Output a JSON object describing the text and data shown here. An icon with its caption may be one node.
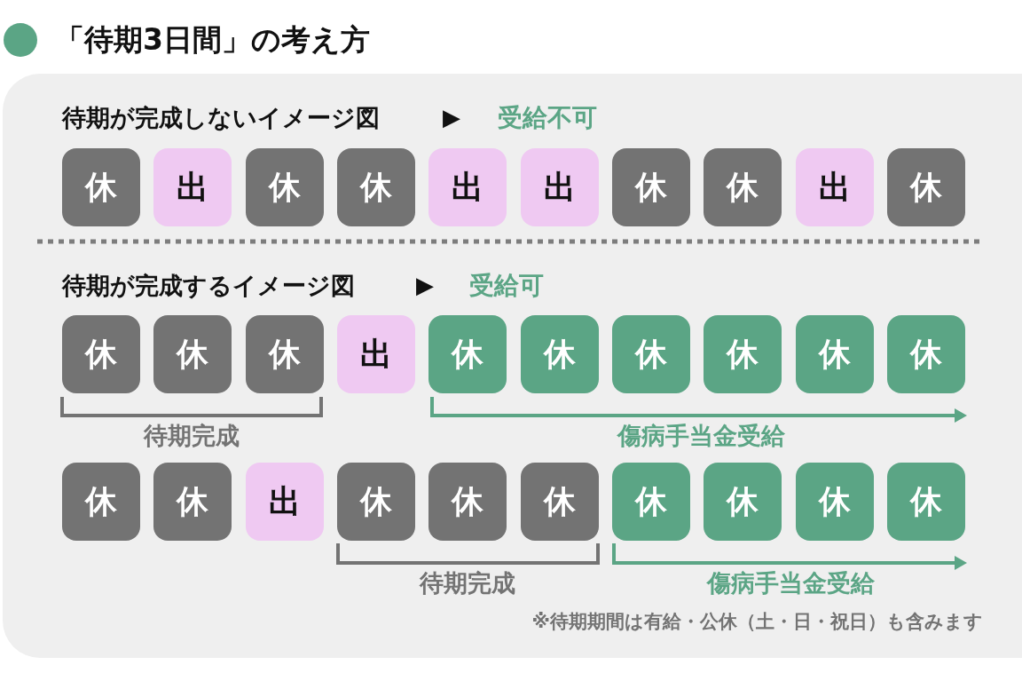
{
  "diagram": {
    "title": "「待期3日間」の考え方",
    "nodes": [
      {
        "text": [
          "休"
        ]
      },
      {
        "text": [
          "出"
        ]
      },
      {
        "text": [
          "休"
        ]
      },
      {
        "text": [
          "休"
        ]
      },
      {
        "text": [
          "出"
        ]
      },
      {
        "text": [
          "出"
        ]
      },
      {
        "text": [
          "休"
        ]
      },
      {
        "text": [
          "休"
        ]
      },
      {
        "text": [
          "出"
        ]
      },
      {
        "text": [
          "休"
        ]
      },
      {
        "text": [
          "休"
        ]
      },
      {
        "text": [
          "休"
        ]
      },
      {
        "text": [
          "休"
        ]
      },
      {
        "text": [
          "出"
        ]
      },
      {
        "text": [
          "休"
        ]
      },
      {
        "text": [
          "休"
        ]
      },
      {
        "text": [
          "休"
        ]
      },
      {
        "text": [
          "休"
        ]
      },
      {
        "text": [
          "休"
        ]
      },
      {
        "text": [
          "休"
        ]
      },
      {
        "text": [
          "休"
        ]
      },
      {
        "text": [
          "休"
        ]
      },
      {
        "text": [
          "出"
        ]
      },
      {
        "text": [
          "休"
        ]
      },
      {
        "text": [
          "休"
        ]
      },
      {
        "text": [
          "休"
        ]
      },
      {
        "text": [
          "休"
        ]
      },
      {
        "text": [
          "休"
        ]
      },
      {
        "text": [
          "休"
        ]
      },
      {
        "text": [
          "休"
        ]
      }
    ],
    "labels": [
      "待期が完成しないイメージ図",
      "▶",
      "受給不可",
      "待期が完成するイメージ図",
      "▶",
      "受給可",
      "待期完成",
      "傷病手当金受給",
      "待期完成",
      "傷病手当金受給",
      "※待期期間は有給・公休（土・日・祝日）も含みます"
    ]
  }
}
